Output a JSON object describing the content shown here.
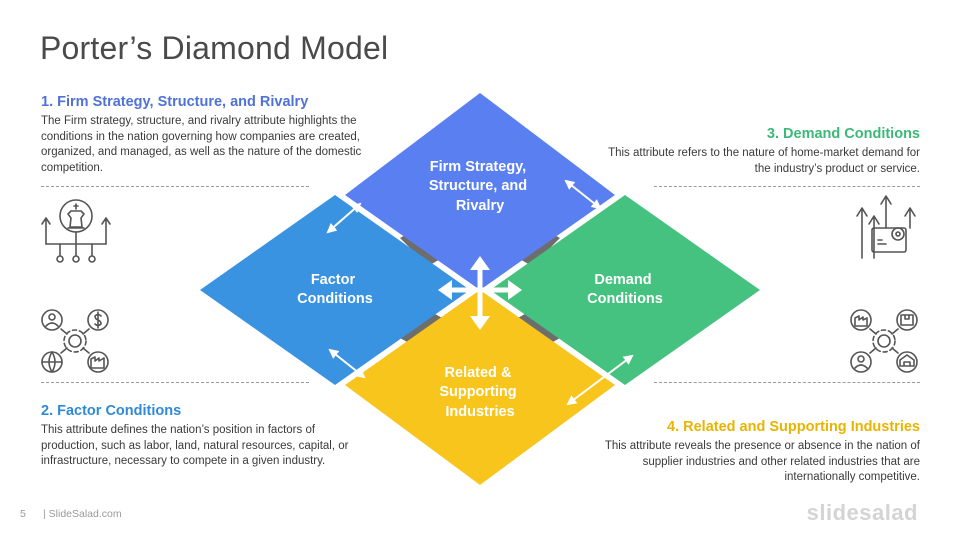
{
  "slide": {
    "title": "Porter’s Diamond Model",
    "page_number": "5",
    "footer_site": "| SlideSalad.com",
    "brand": "slidesalad"
  },
  "diamond": {
    "top": {
      "label_lines": [
        "Firm Strategy,",
        "Structure, and",
        "Rivalry"
      ],
      "color": "#5a7ff0"
    },
    "left": {
      "label_lines": [
        "Factor",
        "Conditions"
      ],
      "color": "#3a93e0"
    },
    "right": {
      "label_lines": [
        "Demand",
        "Conditions"
      ],
      "color": "#45c27f"
    },
    "bottom": {
      "label_lines": [
        "Related &",
        "Supporting",
        "Industries"
      ],
      "color": "#f7c51c"
    }
  },
  "attributes": [
    {
      "heading": "1. Firm Strategy, Structure, and Rivalry",
      "text": "The Firm strategy, structure, and rivalry attribute highlights the conditions in the nation governing how companies are created, organized, and managed, as well as the nature of the domestic competition."
    },
    {
      "heading": "2. Factor Conditions",
      "text": "This attribute defines the nation’s position in factors of production, such as labor, land, natural resources, capital, or infrastructure, necessary to compete in a given industry."
    },
    {
      "heading": "3. Demand Conditions",
      "text": "This attribute refers to the nature of home-market demand for the industry’s product or service."
    },
    {
      "heading": "4. Related and Supporting Industries",
      "text": "This attribute reveals the presence or absence in the nation of supplier industries and other related industries that are internationally competitive."
    }
  ],
  "icons": {
    "firm": "chess-king-network-icon",
    "factor": "factors-of-production-icon",
    "demand": "market-demand-growth-icon",
    "related": "related-industries-network-icon"
  }
}
